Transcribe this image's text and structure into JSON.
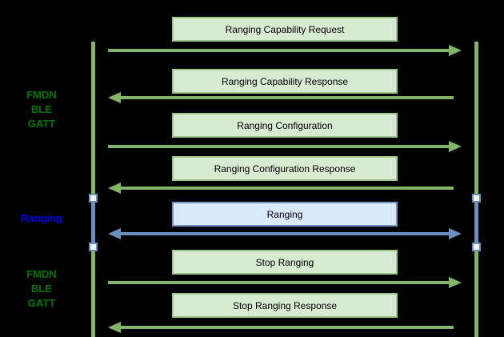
{
  "diagram": {
    "side_labels": [
      {
        "lines": [
          "FMDN",
          "BLE",
          "GATT"
        ],
        "role": "protocol-phase"
      },
      {
        "lines": [
          "Ranging"
        ],
        "role": "ranging-phase"
      },
      {
        "lines": [
          "FMDN",
          "BLE",
          "GATT"
        ],
        "role": "protocol-phase"
      }
    ],
    "messages": [
      {
        "label": "Ranging Capability Request",
        "direction": "right",
        "style": "green"
      },
      {
        "label": "Ranging Capability Response",
        "direction": "left",
        "style": "green"
      },
      {
        "label": "Ranging Configuration",
        "direction": "right",
        "style": "green"
      },
      {
        "label": "Ranging Configuration Response",
        "direction": "left",
        "style": "green"
      },
      {
        "label": "Ranging",
        "direction": "both",
        "style": "blue"
      },
      {
        "label": "Stop Ranging",
        "direction": "right",
        "style": "green"
      },
      {
        "label": "Stop Ranging Response",
        "direction": "left",
        "style": "green"
      }
    ],
    "lifeline_count": 2
  },
  "colors": {
    "background": "#000000",
    "green-line": "#84b566",
    "green-box-border": "#9cc587",
    "green-box-fill": "#d7ead2",
    "blue-line": "#6c8ebf",
    "blue-box-border": "#7693c4",
    "blue-box-fill": "#dae8fc",
    "handle-fill": "#eef5fd",
    "gatt-label": "#007700",
    "ranging-label": "#0000ee",
    "box-text": "#000000"
  }
}
